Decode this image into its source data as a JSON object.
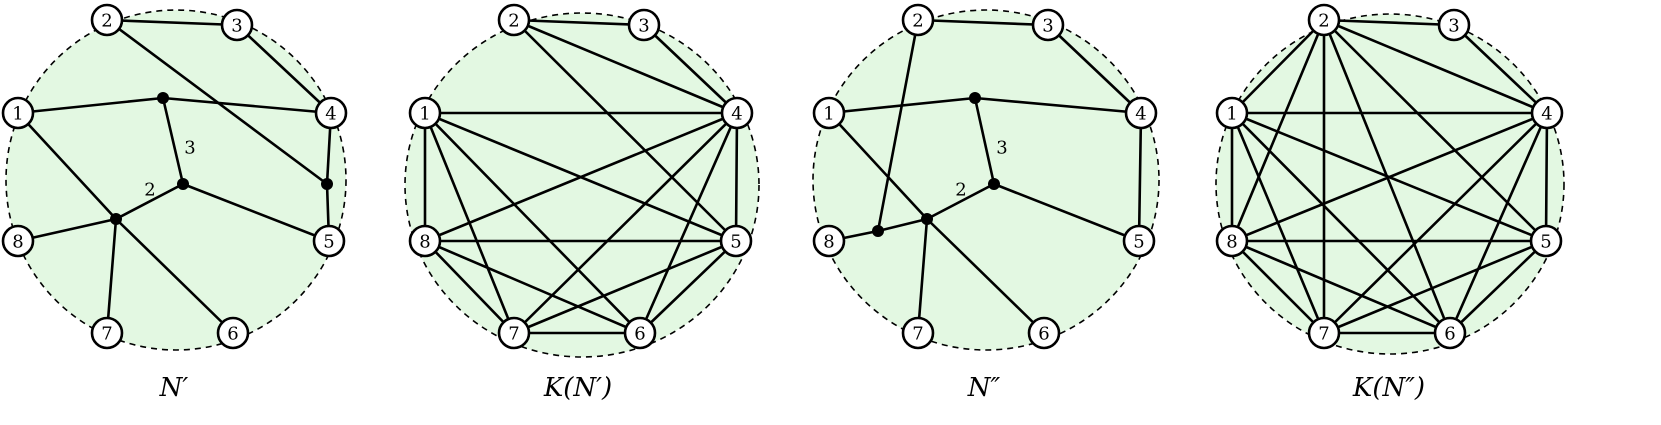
{
  "fill_color": "#e3f8e2",
  "stroke_color": "#000000",
  "panels": [
    {
      "caption": "N′",
      "vertices": [
        "1",
        "2",
        "3",
        "4",
        "5",
        "6",
        "7",
        "8"
      ],
      "internal_nodes": [
        "a",
        "b",
        "c",
        "d"
      ],
      "edges": [
        [
          "2",
          "3"
        ],
        [
          "3",
          "4"
        ],
        [
          "1",
          "a"
        ],
        [
          "a",
          "4"
        ],
        [
          "2",
          "d"
        ],
        [
          "d",
          "4"
        ],
        [
          "d",
          "5"
        ],
        [
          "a",
          "b"
        ],
        [
          "b",
          "c"
        ],
        [
          "1",
          "c"
        ],
        [
          "c",
          "6"
        ],
        [
          "8",
          "c"
        ],
        [
          "7",
          "c"
        ],
        [
          "b",
          "5"
        ]
      ],
      "edge_labels": [
        {
          "text": "3",
          "near": "a-b"
        },
        {
          "text": "2",
          "near": "b-c"
        }
      ]
    },
    {
      "caption": "K(N′)",
      "vertices": [
        "1",
        "2",
        "3",
        "4",
        "5",
        "6",
        "7",
        "8"
      ],
      "internal_nodes": [],
      "edges": [
        [
          "2",
          "3"
        ],
        [
          "3",
          "4"
        ],
        [
          "2",
          "4"
        ],
        [
          "2",
          "5"
        ],
        [
          "1",
          "4"
        ],
        [
          "1",
          "5"
        ],
        [
          "1",
          "6"
        ],
        [
          "1",
          "7"
        ],
        [
          "1",
          "8"
        ],
        [
          "4",
          "5"
        ],
        [
          "4",
          "6"
        ],
        [
          "4",
          "7"
        ],
        [
          "4",
          "8"
        ],
        [
          "5",
          "6"
        ],
        [
          "5",
          "7"
        ],
        [
          "5",
          "8"
        ],
        [
          "6",
          "7"
        ],
        [
          "6",
          "8"
        ],
        [
          "7",
          "8"
        ]
      ],
      "edge_labels": []
    },
    {
      "caption": "N″",
      "vertices": [
        "1",
        "2",
        "3",
        "4",
        "5",
        "6",
        "7",
        "8"
      ],
      "internal_nodes": [
        "a",
        "b",
        "c",
        "e"
      ],
      "edges": [
        [
          "2",
          "3"
        ],
        [
          "3",
          "4"
        ],
        [
          "4",
          "5"
        ],
        [
          "1",
          "a"
        ],
        [
          "a",
          "4"
        ],
        [
          "a",
          "b"
        ],
        [
          "b",
          "c"
        ],
        [
          "b",
          "5"
        ],
        [
          "1",
          "c"
        ],
        [
          "c",
          "6"
        ],
        [
          "7",
          "c"
        ],
        [
          "e",
          "c"
        ],
        [
          "8",
          "e"
        ],
        [
          "2",
          "e"
        ]
      ],
      "edge_labels": [
        {
          "text": "3",
          "near": "a-b"
        },
        {
          "text": "2",
          "near": "b-c"
        }
      ]
    },
    {
      "caption": "K(N″)",
      "vertices": [
        "1",
        "2",
        "3",
        "4",
        "5",
        "6",
        "7",
        "8"
      ],
      "internal_nodes": [],
      "edges": [
        [
          "1",
          "2"
        ],
        [
          "1",
          "4"
        ],
        [
          "1",
          "5"
        ],
        [
          "1",
          "6"
        ],
        [
          "1",
          "7"
        ],
        [
          "1",
          "8"
        ],
        [
          "2",
          "3"
        ],
        [
          "2",
          "4"
        ],
        [
          "2",
          "5"
        ],
        [
          "2",
          "6"
        ],
        [
          "2",
          "7"
        ],
        [
          "2",
          "8"
        ],
        [
          "3",
          "4"
        ],
        [
          "4",
          "5"
        ],
        [
          "4",
          "6"
        ],
        [
          "4",
          "7"
        ],
        [
          "4",
          "8"
        ],
        [
          "5",
          "6"
        ],
        [
          "5",
          "7"
        ],
        [
          "5",
          "8"
        ],
        [
          "6",
          "7"
        ],
        [
          "6",
          "8"
        ],
        [
          "7",
          "8"
        ]
      ],
      "edge_labels": []
    }
  ]
}
